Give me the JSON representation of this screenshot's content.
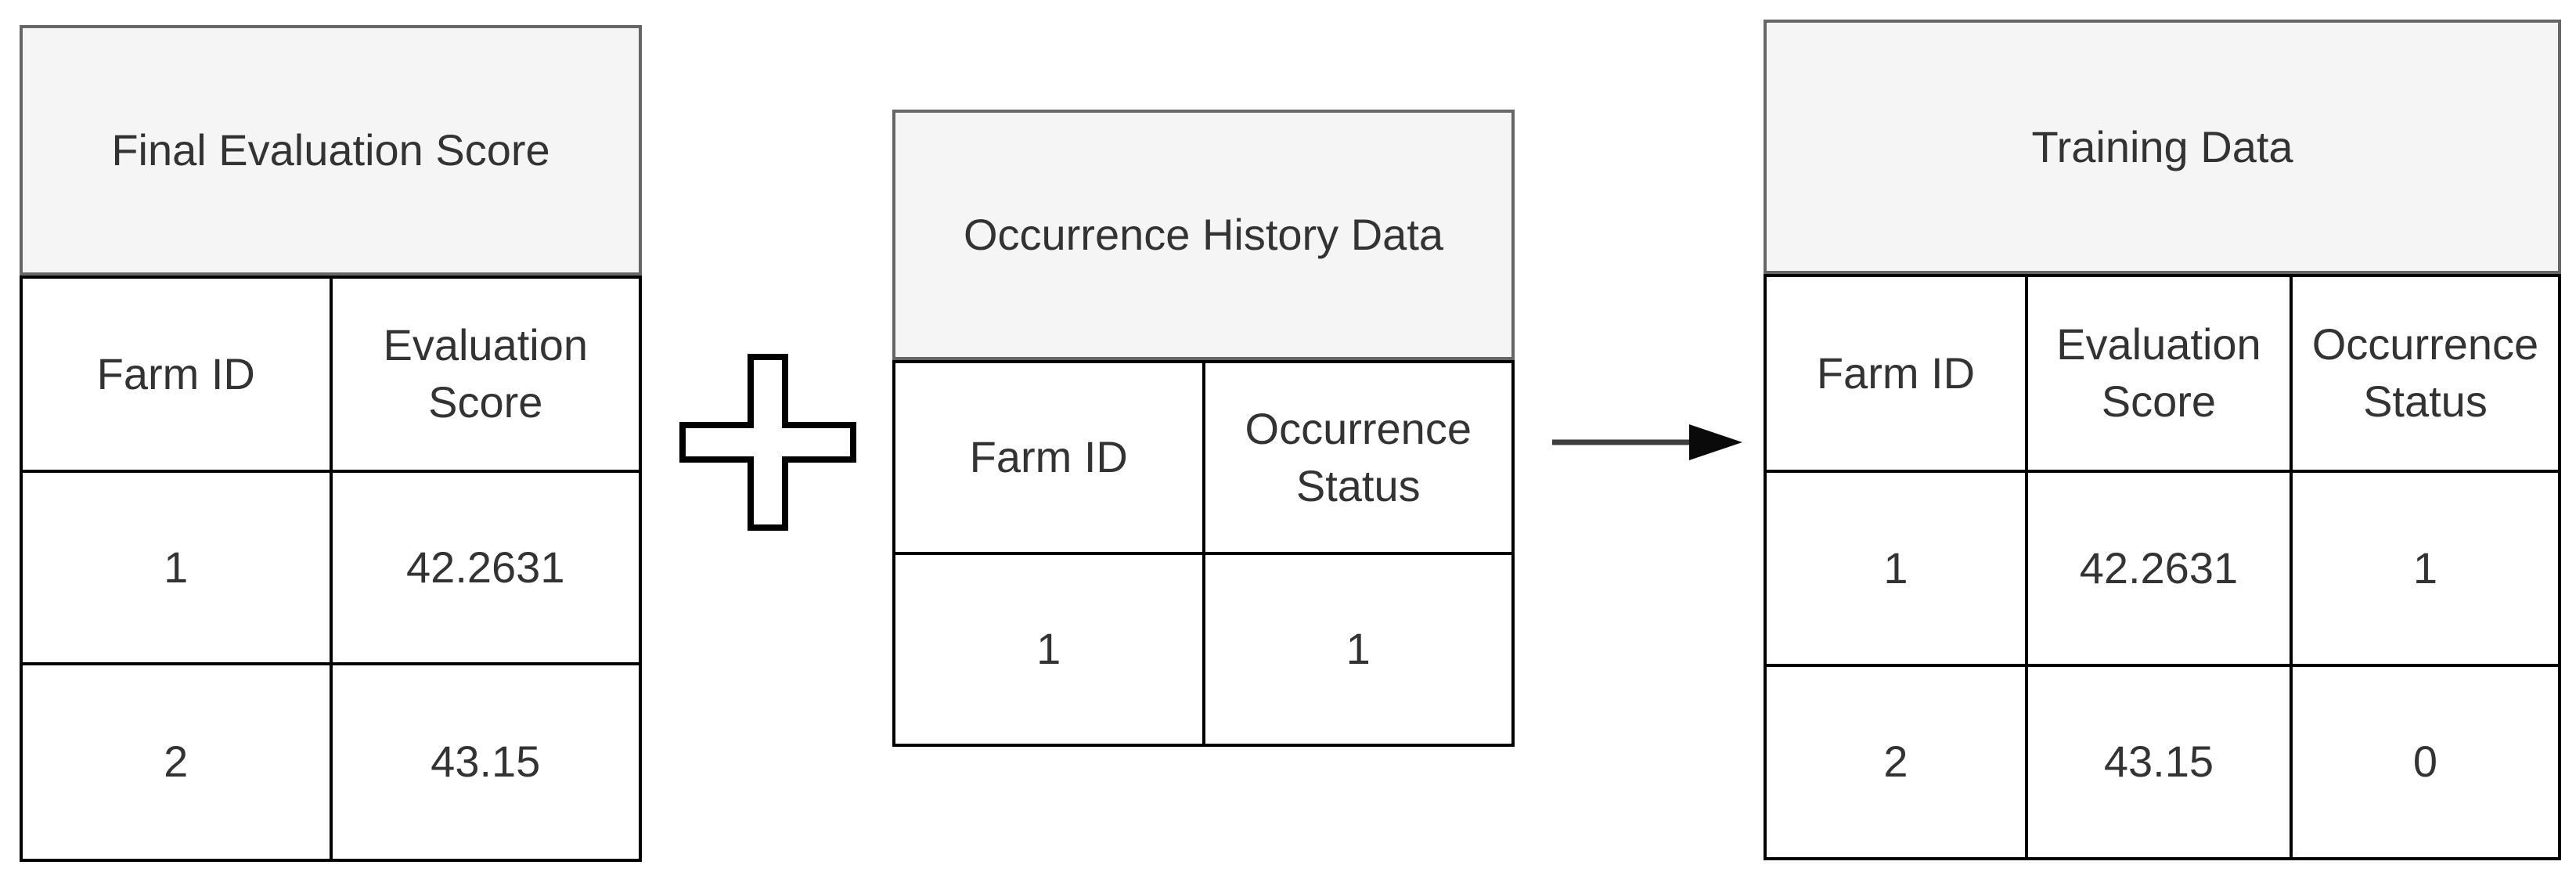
{
  "colors": {
    "canvas_bg": "#ffffff",
    "title_fill": "#f5f5f5",
    "title_border": "#666666",
    "cell_border": "#000000",
    "text_color": "#333333"
  },
  "icons": {
    "merge_operator": "plus-icon",
    "flow_operator": "arrow-right-icon"
  },
  "tables": [
    {
      "title": "Final Evaluation Score",
      "columns": [
        "Farm ID",
        "Evaluation Score"
      ],
      "rows": [
        [
          "1",
          "42.2631"
        ],
        [
          "2",
          "43.15"
        ]
      ]
    },
    {
      "title": "Occurrence History Data",
      "columns": [
        "Farm ID",
        "Occurrence Status"
      ],
      "rows": [
        [
          "1",
          "1"
        ]
      ]
    },
    {
      "title": "Training Data",
      "columns": [
        "Farm ID",
        "Evaluation Score",
        "Occurrence Status"
      ],
      "rows": [
        [
          "1",
          "42.2631",
          "1"
        ],
        [
          "2",
          "43.15",
          "0"
        ]
      ]
    }
  ]
}
